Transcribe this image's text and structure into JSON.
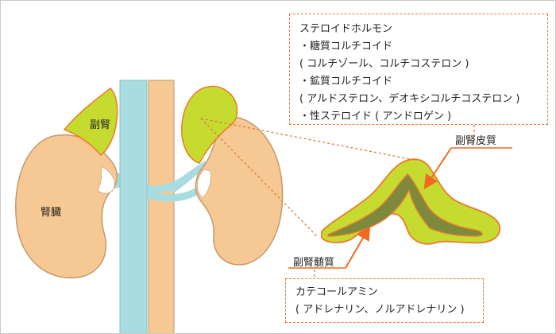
{
  "labels": {
    "adrenal": "副腎",
    "kidney": "腎臓",
    "cortex": "副腎皮質",
    "medulla": "副腎髄質"
  },
  "hormone_box": {
    "lines": [
      "ステロイドホルモン",
      "・糖質コルチコイド",
      "( コルチゾール、コルチコステロン )",
      "・鉱質コルチコイド",
      "( アルドステロン、デオキシコルチコステロン )",
      "・性ステロイド ( アンドロゲン )"
    ]
  },
  "amine_box": {
    "lines": [
      "カテコールアミン",
      "( アドレナリン、ノルアドレナリン )"
    ]
  },
  "colors": {
    "kidney": "#f6c894",
    "adrenal": "#c6db2f",
    "adrenal_outline": "#ee7a2a",
    "medulla": "#7d8a3d",
    "vessel": "#a9dce0",
    "aorta": "#f6c894",
    "dashed": "#e07b3a",
    "arrow": "#ee6a20"
  }
}
